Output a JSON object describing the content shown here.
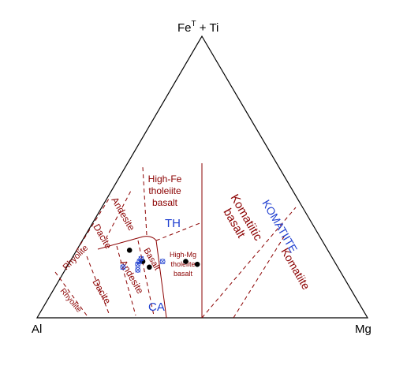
{
  "diagram": {
    "apices": {
      "top_main": "Fe",
      "top_superscript": "T",
      "top_suffix": " + Ti",
      "bottom_left": "Al",
      "bottom_right": "Mg"
    },
    "series_labels": {
      "tholeiitic": "TH",
      "calc_alkaline": "CA",
      "komatiite_series": "KOMATIITE"
    },
    "field_labels": {
      "high_fe_line1": "High-Fe",
      "high_fe_line2": "tholeiite",
      "high_fe_line3": "basalt",
      "high_mg_line1": "High-Mg",
      "high_mg_line2": "tholeiite",
      "high_mg_line3": "basalt",
      "th_andesite": "Andesite",
      "th_dacite": "Dacite",
      "th_rhyolite": "Rhyolite",
      "ca_basalt": "Basalt",
      "ca_andesite": "Andesite",
      "ca_dacite": "Dacite",
      "ca_rhyolite": "Rhyolite",
      "komatiitic_basalt_line1": "Komatiitic",
      "komatiitic_basalt_line2": "basalt",
      "komatiite": "Komatiite"
    },
    "colors": {
      "frame": "#000000",
      "boundary": "#8b0000",
      "field_label": "#8b0000",
      "series_label": "#1f3fd0",
      "sample_fill": "#000000",
      "sample_alt": "#1f3fd0"
    },
    "samples": [
      {
        "Al": 60,
        "FeTi": 24,
        "Mg": 16,
        "style": "filled"
      },
      {
        "Al": 58,
        "FeTi": 20,
        "Mg": 22,
        "style": "filled"
      },
      {
        "Al": 57,
        "FeTi": 18,
        "Mg": 25,
        "style": "filled"
      },
      {
        "Al": 45,
        "FeTi": 20,
        "Mg": 35,
        "style": "filled"
      },
      {
        "Al": 42,
        "FeTi": 19,
        "Mg": 39,
        "style": "filled"
      },
      {
        "Al": 61,
        "FeTi": 17,
        "Mg": 22,
        "style": "cross"
      },
      {
        "Al": 60,
        "FeTi": 19,
        "Mg": 21,
        "style": "cross"
      },
      {
        "Al": 59,
        "FeTi": 20,
        "Mg": 21,
        "style": "cross"
      },
      {
        "Al": 58,
        "FeTi": 21,
        "Mg": 21,
        "style": "cross"
      },
      {
        "Al": 65,
        "FeTi": 18,
        "Mg": 17,
        "style": "cross"
      },
      {
        "Al": 52,
        "FeTi": 20,
        "Mg": 28,
        "style": "cross"
      }
    ]
  }
}
